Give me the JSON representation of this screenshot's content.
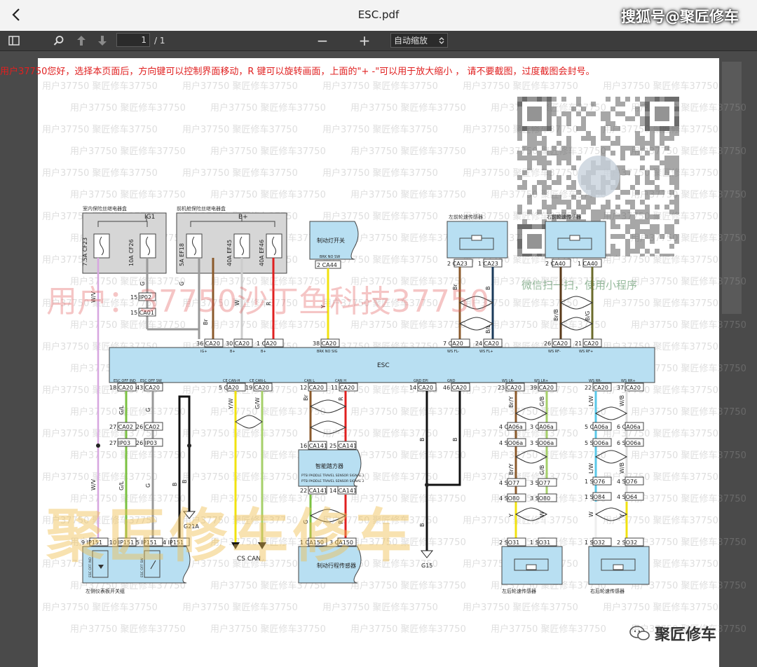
{
  "app": {
    "title": "ESC.pdf",
    "brand": "搜狐号@聚匠修车"
  },
  "toolbar": {
    "page": "1",
    "page_count": "/ 1",
    "zoom_label": "自动缩放",
    "minus": "−",
    "plus": "+"
  },
  "notice": "用户37750您好，选择本页面后，方向键可以控制界面移动，R 键可以旋转画面，上面的\"+ -\"可以用于放大缩小 ， 请不要截图，过度截图会封号。",
  "watermarks": {
    "small": "用户37750 聚匠修车37750",
    "big": "用户：37750沙丁鱼科技37750",
    "yellow": "聚匠修车修车",
    "mini_program": "微信扫一扫，使用小程序"
  },
  "footer_brand": "聚匠修车",
  "colors": {
    "accent": "#e02020",
    "module_fill": "#b8dff2",
    "fuse_fill": "#d6d6d6"
  },
  "diagram": {
    "fuse_box_1": {
      "title": "室内保险丝继电器盒",
      "rail": "IG1",
      "fuses": [
        "7.5A CF23",
        "10A CF26"
      ]
    },
    "fuse_box_2": {
      "title": "前机舱保险丝继电器盒",
      "rail": "B+",
      "fuses": [
        "5A EF18",
        "40A EF45",
        "40A EF46"
      ]
    },
    "brake_switch": {
      "title": "制动灯开关",
      "pin_label": "BRK NO SW",
      "connector": "2 CA44"
    },
    "fl_sensor": {
      "title": "左前轮速传感器"
    },
    "fr_sensor": {
      "title": "右前轮速传感器"
    },
    "esc": {
      "title": "ESC"
    },
    "ip02": "15 IP02",
    "ca01": "15 CA01",
    "top_pins": [
      {
        "label": "36 CA20",
        "sig": "IG+"
      },
      {
        "label": "30 CA20",
        "sig": "B+"
      },
      {
        "label": "1 CA20",
        "sig": "B+"
      },
      {
        "label": "38 CA20",
        "sig": "BRK NO SIG"
      },
      {
        "label": "7 CA20",
        "sig": "WS FL-"
      },
      {
        "label": "24 CA20",
        "sig": "WS FL+"
      },
      {
        "label": "26 CA20",
        "sig": "WS RF-"
      },
      {
        "label": "21 CA20",
        "sig": "WS RF+"
      }
    ],
    "bottom_pins": [
      {
        "label": "18 CA20",
        "sig": "ESC OFF IND"
      },
      {
        "label": "43 CA20",
        "sig": "ESC OFF SW"
      },
      {
        "label": "5 CA20",
        "sig": "CE CAN-H"
      },
      {
        "label": "19 CA20",
        "sig": "CE CAN-L"
      },
      {
        "label": "12 CA20",
        "sig": "CAN L"
      },
      {
        "label": "11 CA20",
        "sig": "CAN H"
      },
      {
        "label": "14 CA20",
        "sig": "GND EPI"
      },
      {
        "label": "46 CA20",
        "sig": "GND"
      },
      {
        "label": "23 CA20",
        "sig": "WS LR-"
      },
      {
        "label": "39 CA20",
        "sig": "WS LR+"
      },
      {
        "label": "22 CA20",
        "sig": "WS RR-"
      },
      {
        "label": "37 CA20",
        "sig": "WS RR+"
      }
    ],
    "wire_colors": {
      "wv": "W/V",
      "g": "G",
      "br": "Br",
      "w": "W",
      "r": "R",
      "y": "Y",
      "gl": "G/L",
      "b": "B",
      "yw": "Y/W",
      "gw": "G/W",
      "bry": "Br/Y",
      "gb": "G/B",
      "lw": "L/W",
      "wb": "W/B",
      "bl": "B/L",
      "brb": "Br/B",
      "bg": "B/G"
    },
    "connectors": [
      "27 CA02",
      "27 IP03",
      "26 CA02",
      "26 IP03",
      "4 CA06a",
      "4 SO06a",
      "3 CA06a",
      "3 SO06a",
      "5 CA06a",
      "5 SO06a",
      "6 CA06a",
      "6 SO06a",
      "4 SO77",
      "4 SO80",
      "3 SO77",
      "3 SO80",
      "1 SO76",
      "1 SO84",
      "4 SO76",
      "4 SO64",
      "16 CA141",
      "25 CA141",
      "22 CA141",
      "14 CA141",
      "1 CA150",
      "3 CA150",
      "9 IP151",
      "10 IP151",
      "5 IP151",
      "4 IP151",
      "2 CA23",
      "1 CA23",
      "2 CA40",
      "1 CA40",
      "2 SO31",
      "1 SO31",
      "1 SO32",
      "2 SO32"
    ],
    "grounds": [
      "G21A",
      "G15"
    ],
    "can_label": "CS CAN",
    "paddle_module": {
      "title": "智能踏方器",
      "lines": [
        "PTSI PADDLE TRAVEL SENSOR SIGNAL 1",
        "PTSI PADDLE TRAVEL SENSOR SIGNAL 2"
      ]
    },
    "pedal_sensor": {
      "title": "制动行程传感器"
    },
    "switch_panel": {
      "title": "左侧仪表板开关组",
      "led": "ESC OFF IND",
      "sw": "ESC OFF SW"
    },
    "rl_sensor": {
      "title": "左后轮速传感器"
    },
    "rr_sensor": {
      "title": "右后轮速传感器"
    }
  }
}
